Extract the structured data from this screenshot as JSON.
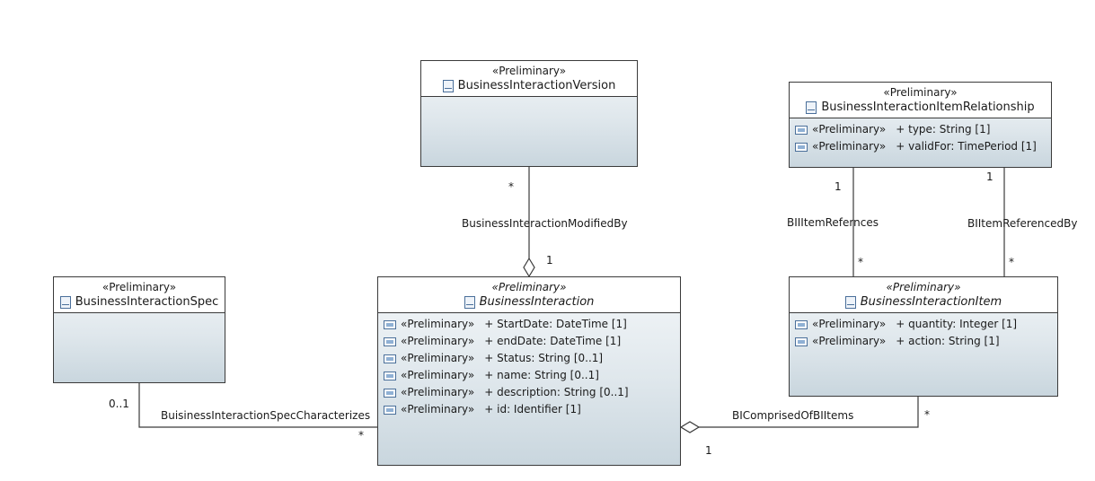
{
  "classes": {
    "version": {
      "stereotype": "«Preliminary»",
      "name": "BusinessInteractionVersion"
    },
    "relationship": {
      "stereotype": "«Preliminary»",
      "name": "BusinessInteractionItemRelationship",
      "attributes": [
        {
          "stereotype": "«Preliminary»",
          "text": "+ type: String [1]"
        },
        {
          "stereotype": "«Preliminary»",
          "text": "+ validFor: TimePeriod [1]"
        }
      ]
    },
    "spec": {
      "stereotype": "«Preliminary»",
      "name": "BusinessInteractionSpec"
    },
    "interaction": {
      "stereotype": "«Preliminary»",
      "name": "BusinessInteraction",
      "attributes": [
        {
          "stereotype": "«Preliminary»",
          "text": "+ StartDate: DateTime [1]"
        },
        {
          "stereotype": "«Preliminary»",
          "text": "+ endDate: DateTime [1]"
        },
        {
          "stereotype": "«Preliminary»",
          "text": "+ Status: String [0..1]"
        },
        {
          "stereotype": "«Preliminary»",
          "text": "+ name: String [0..1]"
        },
        {
          "stereotype": "«Preliminary»",
          "text": "+ description: String [0..1]"
        },
        {
          "stereotype": "«Preliminary»",
          "text": "+ id: Identifier [1]"
        }
      ]
    },
    "item": {
      "stereotype": "«Preliminary»",
      "name": "BusinessInteractionItem",
      "attributes": [
        {
          "stereotype": "«Preliminary»",
          "text": "+ quantity: Integer [1]"
        },
        {
          "stereotype": "«Preliminary»",
          "text": "+ action: String [1]"
        }
      ]
    }
  },
  "associations": {
    "modified_by": {
      "name": "BusinessInteractionModifiedBy",
      "mult_top": "*",
      "mult_bottom": "1"
    },
    "item_references": {
      "name": "BIIItemRefernces",
      "mult_top": "1",
      "mult_bottom": "*"
    },
    "item_referenced_by": {
      "name": "BIItemReferencedBy",
      "mult_top": "1",
      "mult_bottom": "*"
    },
    "spec_characterizes": {
      "name": "BuisinessInteractionSpecCharacterizes",
      "mult_spec": "0..1",
      "mult_interaction": "*"
    },
    "comprised_of": {
      "name": "BIComprisedOfBIItems",
      "mult_item": "*",
      "mult_interaction": "1"
    }
  },
  "colors": {
    "line": "#3a3a3a",
    "icon": "#4a6f9a"
  }
}
